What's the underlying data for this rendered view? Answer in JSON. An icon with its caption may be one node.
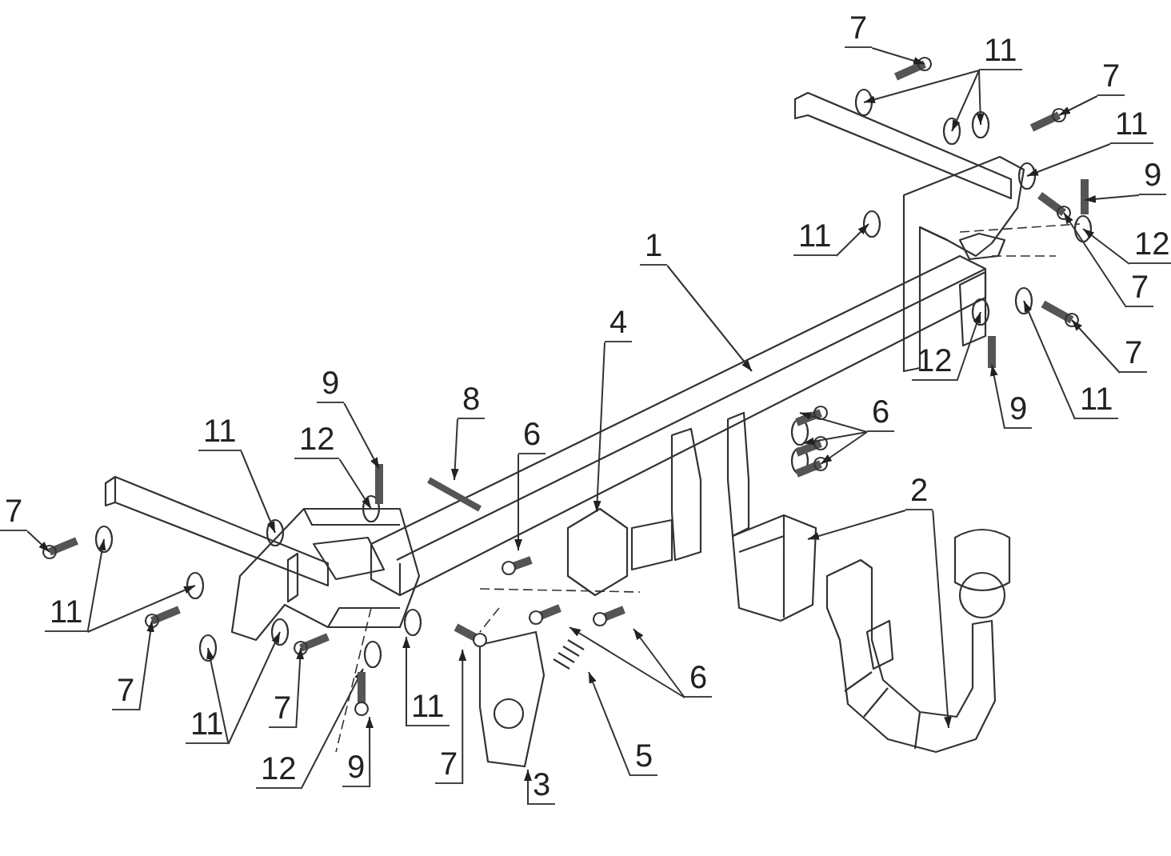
{
  "diagram": {
    "nodes": [
      {
        "text": [
          "7"
        ]
      },
      {
        "text": [
          "11"
        ]
      },
      {
        "text": [
          "7"
        ]
      },
      {
        "text": [
          "11"
        ]
      },
      {
        "text": [
          "9"
        ]
      },
      {
        "text": [
          "11"
        ]
      },
      {
        "text": [
          "12"
        ]
      },
      {
        "text": [
          "1"
        ]
      },
      {
        "text": [
          "7"
        ]
      },
      {
        "text": [
          "12"
        ]
      },
      {
        "text": [
          "7"
        ]
      },
      {
        "text": [
          "9"
        ]
      },
      {
        "text": [
          "11"
        ]
      },
      {
        "text": [
          "4"
        ]
      },
      {
        "text": [
          "6"
        ]
      },
      {
        "text": [
          "9"
        ]
      },
      {
        "text": [
          "8"
        ]
      },
      {
        "text": [
          "11"
        ]
      },
      {
        "text": [
          "12"
        ]
      },
      {
        "text": [
          "6"
        ]
      },
      {
        "text": [
          "2"
        ]
      },
      {
        "text": [
          "7"
        ]
      },
      {
        "text": [
          "11"
        ]
      },
      {
        "text": [
          "7"
        ]
      },
      {
        "text": [
          "11"
        ]
      },
      {
        "text": [
          "7"
        ]
      },
      {
        "text": [
          "11"
        ]
      },
      {
        "text": [
          "6"
        ]
      },
      {
        "text": [
          "7"
        ]
      },
      {
        "text": [
          "12"
        ]
      },
      {
        "text": [
          "9"
        ]
      },
      {
        "text": [
          "3"
        ]
      },
      {
        "text": [
          "5"
        ]
      },
      {
        "text": [],
        "shape": "circle"
      },
      {
        "text": [],
        "shape": "picture"
      },
      {
        "text": [],
        "shape": "circle"
      },
      {
        "text": [],
        "shape": "bar"
      },
      {
        "text": [],
        "shape": "bar"
      },
      {
        "text": [],
        "shape": "picture"
      },
      {
        "text": [],
        "shape": "bar"
      },
      {
        "text": [],
        "shape": "bar"
      },
      {
        "text": [],
        "shape": "bar"
      }
    ],
    "edges": [
      {
        "from": 0,
        "to": null,
        "arrow": "to"
      },
      {
        "from": 1,
        "to": null,
        "arrow": "to"
      },
      {
        "from": 1,
        "to": null,
        "arrow": "to"
      },
      {
        "from": 1,
        "to": null,
        "arrow": "to"
      },
      {
        "from": 2,
        "to": null,
        "arrow": "to"
      },
      {
        "from": 3,
        "to": null,
        "arrow": "to"
      },
      {
        "from": 4,
        "to": null,
        "arrow": "to"
      },
      {
        "from": 5,
        "to": null,
        "arrow": "to"
      },
      {
        "from": 6,
        "to": null,
        "arrow": "to"
      },
      {
        "from": 7,
        "to": null,
        "arrow": "to"
      },
      {
        "from": 8,
        "to": null,
        "arrow": "to"
      },
      {
        "from": 9,
        "to": null,
        "arrow": "to"
      },
      {
        "from": 10,
        "to": null,
        "arrow": "to"
      },
      {
        "from": 11,
        "to": null,
        "arrow": "to"
      },
      {
        "from": 12,
        "to": null,
        "arrow": "to"
      },
      {
        "from": 13,
        "to": null,
        "arrow": "to"
      },
      {
        "from": 14,
        "to": null,
        "arrow": "to"
      },
      {
        "from": 14,
        "to": null,
        "arrow": "to"
      },
      {
        "from": 14,
        "to": null,
        "arrow": "to"
      },
      {
        "from": 15,
        "to": null,
        "arrow": "to"
      },
      {
        "from": 16,
        "to": null,
        "arrow": "to"
      },
      {
        "from": 17,
        "to": null,
        "arrow": "to"
      },
      {
        "from": 18,
        "to": null,
        "arrow": "to"
      },
      {
        "from": 19,
        "to": 41,
        "arrow": "to"
      },
      {
        "from": 20,
        "to": null,
        "arrow": "to"
      },
      {
        "from": 20,
        "to": null,
        "arrow": "to"
      },
      {
        "from": 21,
        "to": null,
        "arrow": "to"
      },
      {
        "from": 22,
        "to": null,
        "arrow": "to"
      },
      {
        "from": 22,
        "to": null,
        "arrow": "to"
      },
      {
        "from": 23,
        "to": null,
        "arrow": "to"
      },
      {
        "from": 24,
        "to": null,
        "arrow": "to"
      },
      {
        "from": 24,
        "to": null,
        "arrow": "to"
      },
      {
        "from": 25,
        "to": null,
        "arrow": "to"
      },
      {
        "from": 26,
        "to": 35,
        "arrow": "to"
      },
      {
        "from": 27,
        "to": 39,
        "arrow": "to"
      },
      {
        "from": 27,
        "to": 40,
        "arrow": "to"
      },
      {
        "from": 28,
        "to": 36,
        "arrow": "to"
      },
      {
        "from": 29,
        "to": 33,
        "arrow": "to"
      },
      {
        "from": 30,
        "to": 37,
        "arrow": "to"
      },
      {
        "from": 31,
        "to": 34,
        "arrow": "to"
      },
      {
        "from": 32,
        "to": 38,
        "arrow": "to"
      }
    ]
  }
}
